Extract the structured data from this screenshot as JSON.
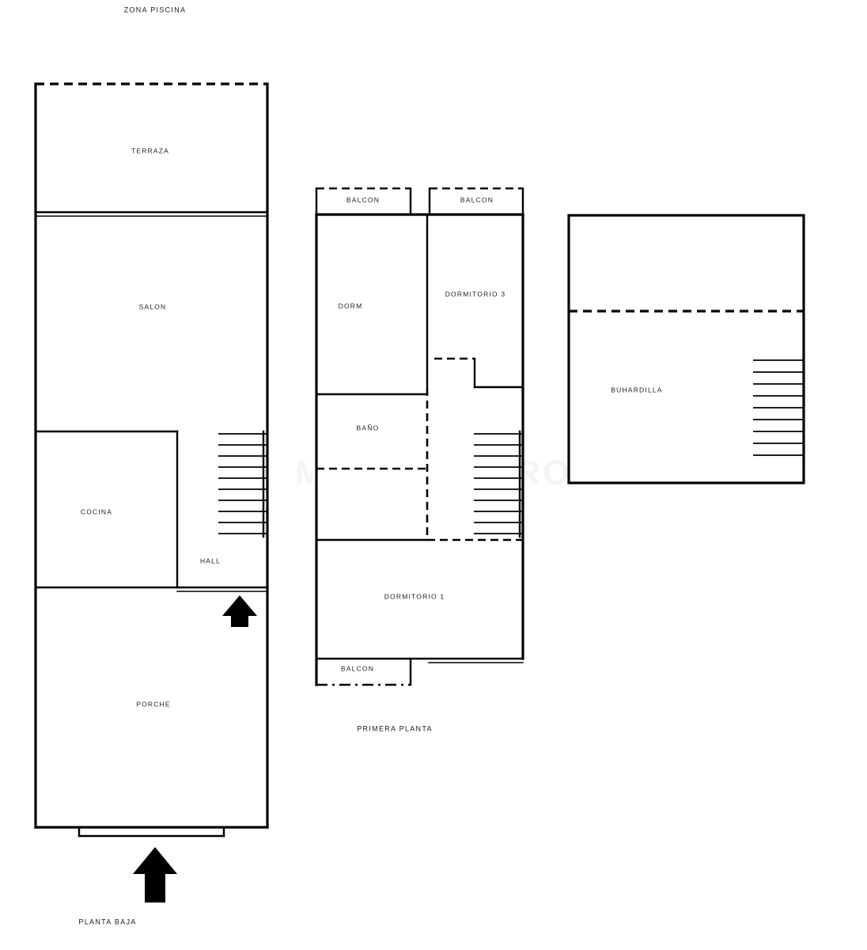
{
  "document": {
    "type": "floor-plan",
    "title": "ZONA PISCINA",
    "background_color": "#ffffff",
    "line_color": "#000000"
  },
  "top_label": {
    "text": "ZONA PISCINA"
  },
  "watermark": {
    "text": "MONTENEGRO",
    "color": "#f4f4f4"
  },
  "floors": [
    {
      "id": "planta-baja",
      "caption": "PLANTA BAJA",
      "rooms": [
        {
          "id": "terraza",
          "label": "TERRAZA"
        },
        {
          "id": "salon",
          "label": "SALON"
        },
        {
          "id": "cocina",
          "label": "COCINA"
        },
        {
          "id": "hall",
          "label": "HALL"
        },
        {
          "id": "porche",
          "label": "PORCHE"
        }
      ],
      "stairs": {
        "treads": 10
      },
      "entrances": [
        {
          "id": "hall-entrance",
          "direction": "up"
        },
        {
          "id": "main-entrance",
          "direction": "up"
        }
      ]
    },
    {
      "id": "primera-planta",
      "caption": "PRIMERA PLANTA",
      "rooms": [
        {
          "id": "balcon-nw",
          "label": "BALCON"
        },
        {
          "id": "balcon-ne",
          "label": "BALCON"
        },
        {
          "id": "dorm",
          "label": "DORM"
        },
        {
          "id": "dormitorio-3",
          "label": "DORMITORIO 3"
        },
        {
          "id": "bano",
          "label": "BAÑO"
        },
        {
          "id": "dormitorio-1",
          "label": "DORMITORIO 1"
        },
        {
          "id": "balcon-s",
          "label": "BALCON"
        }
      ],
      "stairs": {
        "treads": 10
      }
    },
    {
      "id": "buhardilla",
      "caption": "",
      "rooms": [
        {
          "id": "buhardilla",
          "label": "BUHARDILLA"
        }
      ],
      "stairs": {
        "treads": 9
      }
    }
  ]
}
